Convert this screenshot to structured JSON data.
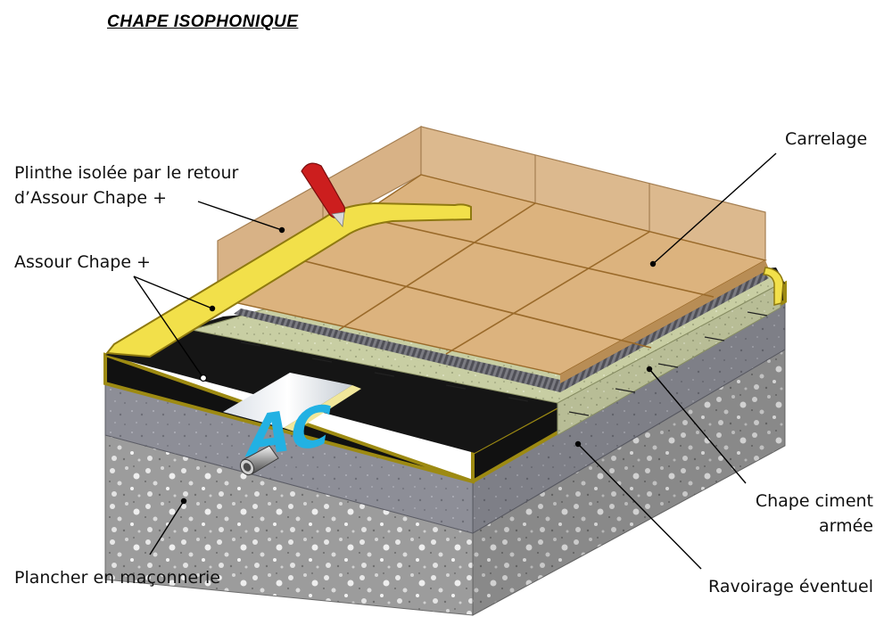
{
  "title": "CHAPE  ISOPHONIQUE",
  "labels": {
    "plinthe": [
      "Plinthe isolée par le retour",
      "d’Assour Chape +"
    ],
    "assour": "Assour Chape +",
    "carrelage": "Carrelage",
    "chape": [
      "Chape ciment",
      "armée"
    ],
    "ravoirage": "Ravoirage éventuel",
    "plancher": "Plancher en maçonnerie"
  },
  "logo_text": "AC",
  "colors": {
    "tile": "#dcb37e",
    "tile_joint": "#9a6a2a",
    "wall_tile": "#d8b286",
    "strip_yellow": "#f2e04a",
    "strip_edge": "#8f7a10",
    "membrane": "#111111",
    "screed": "#c9cfa6",
    "ravoirage": "#8c8d96",
    "concrete": "#9a9a9a",
    "logo": "#22b1e3",
    "cutter_red": "#cc1e1e"
  }
}
